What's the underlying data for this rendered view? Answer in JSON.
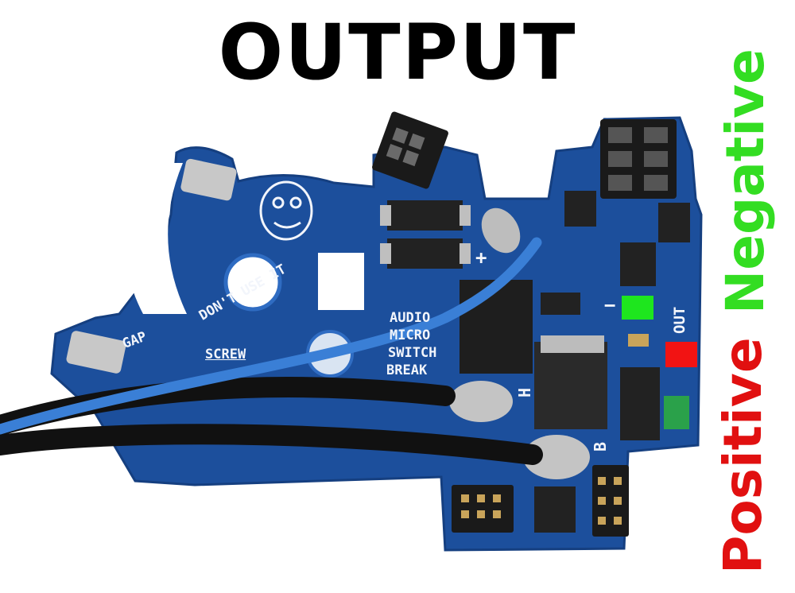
{
  "title": "OUTPUT",
  "labels": {
    "negative": "Negative",
    "positive": "Positive"
  },
  "board_text": {
    "dont_use_it": "DON'T USE IT",
    "gap": "GAP",
    "screw": "SCREW",
    "audio": "AUDIO",
    "micro": "MICRO",
    "switch": "SWITCH",
    "break": "BREAK",
    "out": "OUT",
    "plus": "+",
    "minus": "−",
    "b": "B",
    "h": "H"
  },
  "colors": {
    "negative_label": "#33dd22",
    "positive_label": "#e11010",
    "negative_marker": "#1ee61e",
    "positive_marker": "#f21313",
    "pcb": "#1c4f9c",
    "wire_blue": "#3a7fd6",
    "wire_black": "#111111"
  }
}
